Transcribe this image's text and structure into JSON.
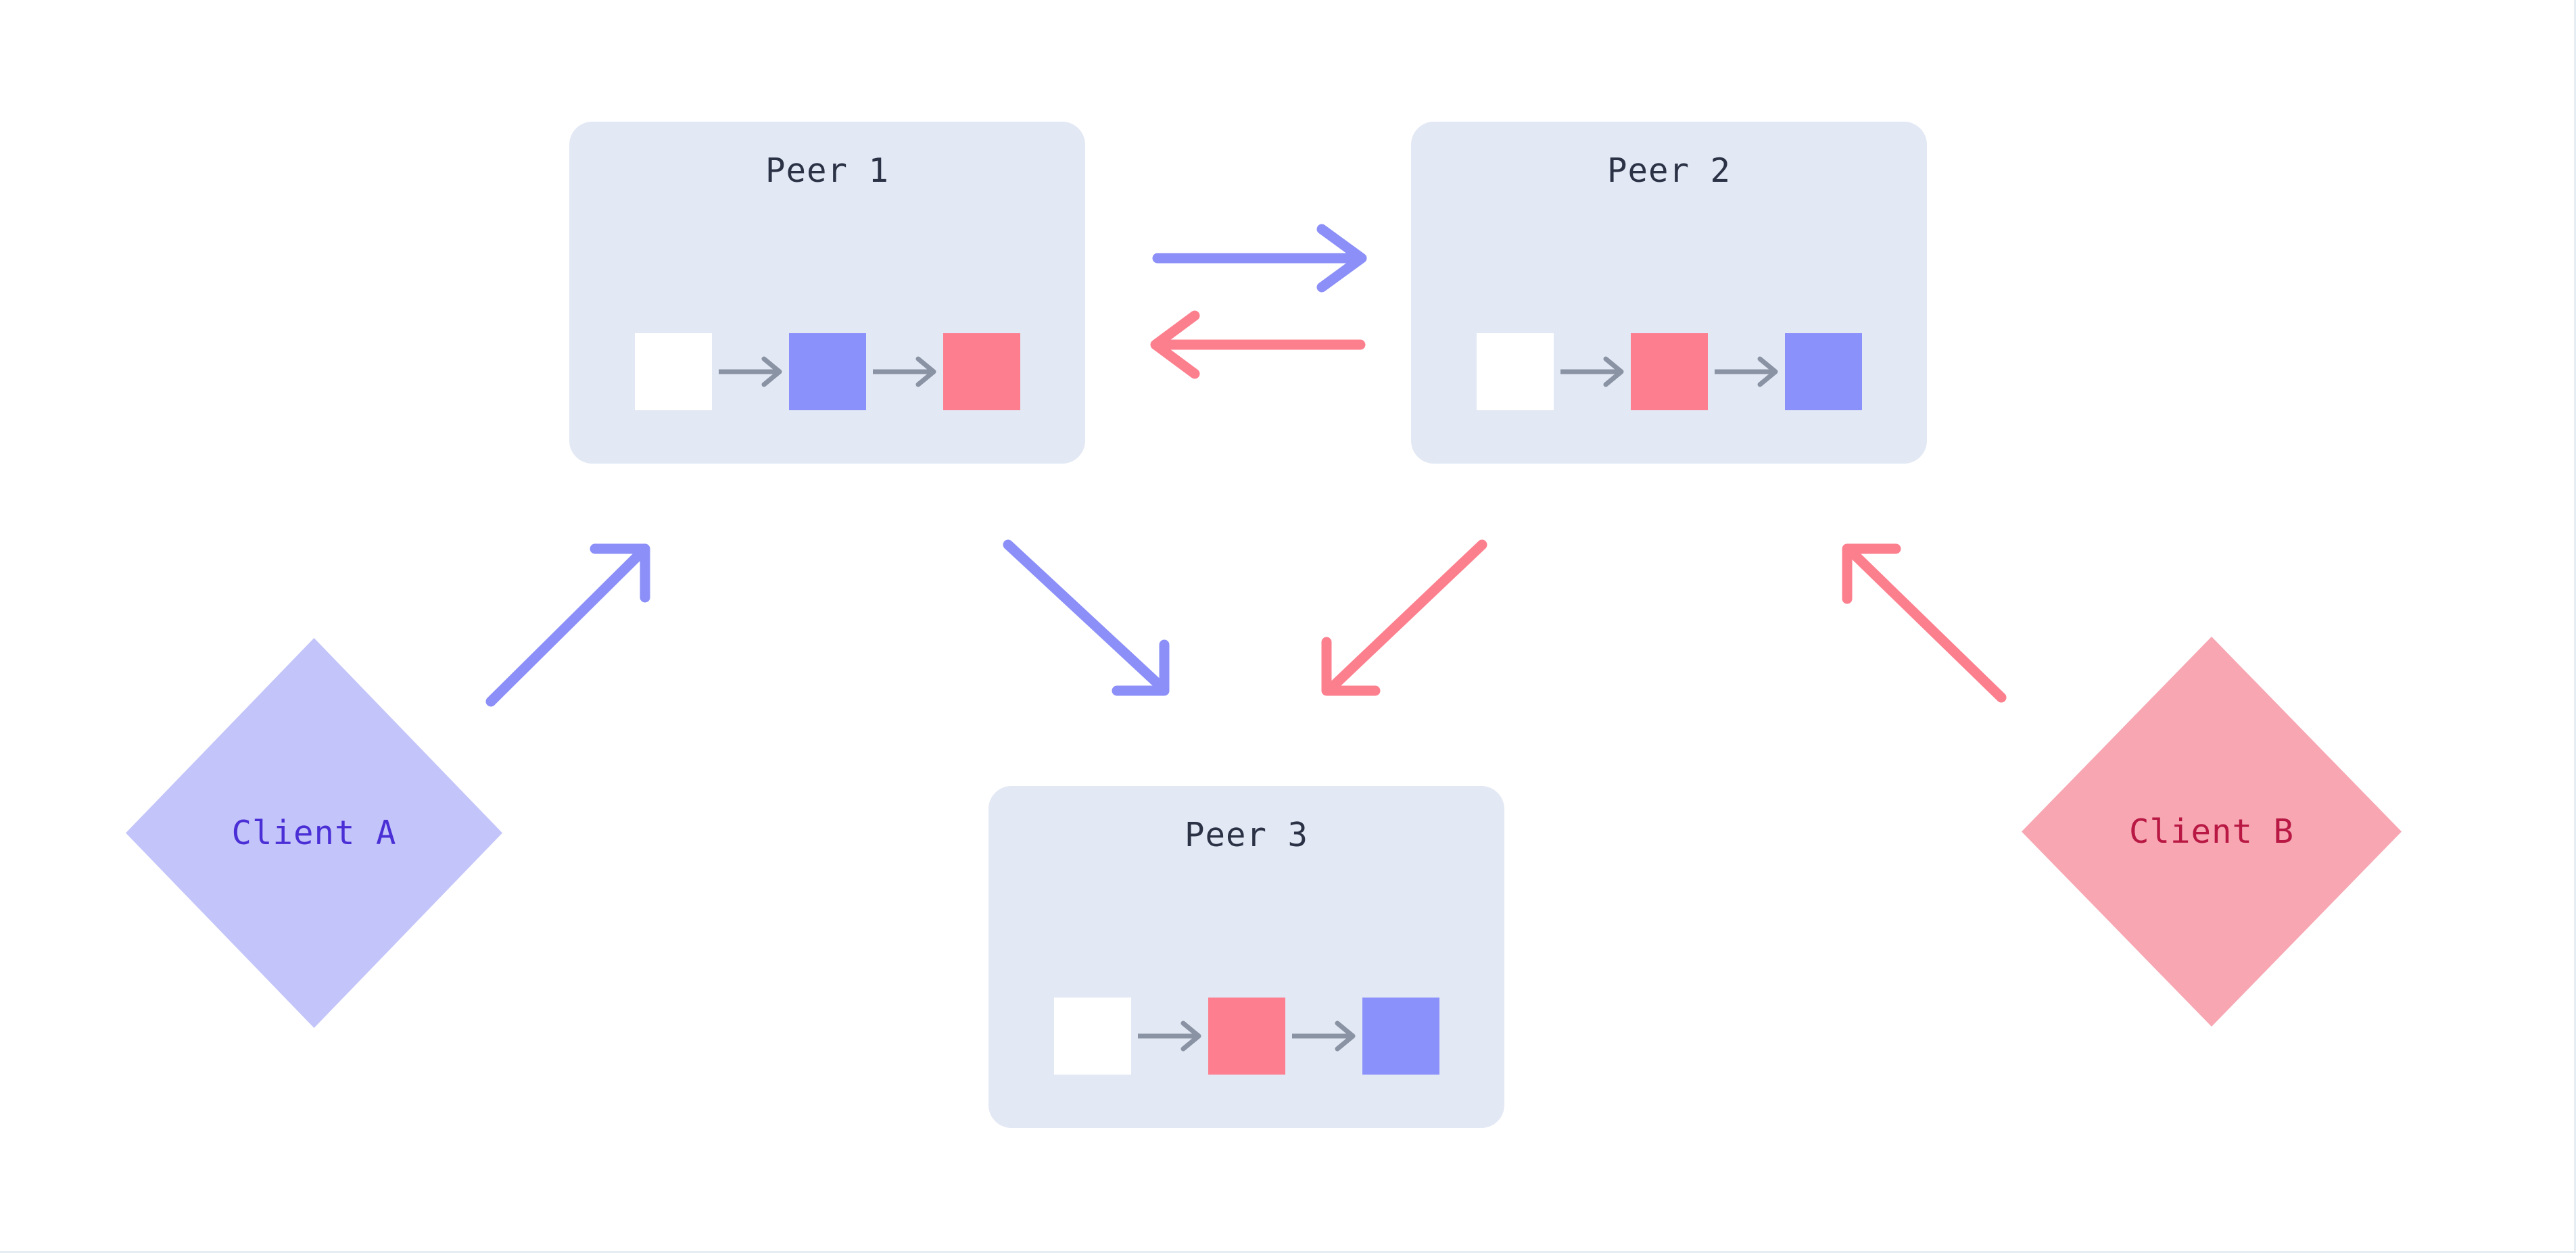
{
  "diagram": {
    "type": "p2p-network-topology",
    "background": "#ffffff",
    "colors": {
      "peer_box_bg": "#e2e8f4",
      "peer_title_text": "#2b3245",
      "block_white": "#ffffff",
      "block_purple": "#8b91fb",
      "block_red": "#fd7f8f",
      "chain_arrow_gray": "#8a93a3",
      "edge_purple": "#8b8ff7",
      "edge_red": "#fc7f8e",
      "client_a_fill": "#c3c4f9",
      "client_a_text": "#4b2fd6",
      "client_b_fill": "#f7a6b2",
      "client_b_text": "#b81843",
      "canvas_border": "#e6edf3"
    },
    "peers": [
      {
        "id": "peer1",
        "title": "Peer 1",
        "blocks": [
          {
            "color_name": "white",
            "fill": "#ffffff"
          },
          {
            "color_name": "purple",
            "fill": "#8b91fb"
          },
          {
            "color_name": "red",
            "fill": "#fd7f8f"
          }
        ]
      },
      {
        "id": "peer2",
        "title": "Peer 2",
        "blocks": [
          {
            "color_name": "white",
            "fill": "#ffffff"
          },
          {
            "color_name": "red",
            "fill": "#fd7f8f"
          },
          {
            "color_name": "purple",
            "fill": "#8b91fb"
          }
        ]
      },
      {
        "id": "peer3",
        "title": "Peer 3",
        "blocks": [
          {
            "color_name": "white",
            "fill": "#ffffff"
          },
          {
            "color_name": "red",
            "fill": "#fd7f8f"
          },
          {
            "color_name": "purple",
            "fill": "#8b91fb"
          }
        ]
      }
    ],
    "clients": [
      {
        "id": "clientA",
        "label": "Client A",
        "fill": "#c3c4f9",
        "text_color": "#4b2fd6"
      },
      {
        "id": "clientB",
        "label": "Client B",
        "fill": "#f7a6b2",
        "text_color": "#b81843"
      }
    ],
    "edges": [
      {
        "id": "clientA-to-peer1",
        "from": "Client A",
        "to": "Peer 1",
        "color": "#8b8ff7",
        "direction": "up-right"
      },
      {
        "id": "peer1-to-peer2",
        "from": "Peer 1",
        "to": "Peer 2",
        "color": "#8b8ff7",
        "direction": "right"
      },
      {
        "id": "peer2-to-peer1",
        "from": "Peer 2",
        "to": "Peer 1",
        "color": "#fc7f8e",
        "direction": "left"
      },
      {
        "id": "peer1-to-peer3",
        "from": "Peer 1",
        "to": "Peer 3",
        "color": "#8b8ff7",
        "direction": "down-right"
      },
      {
        "id": "peer2-to-peer3",
        "from": "Peer 2",
        "to": "Peer 3",
        "color": "#fc7f8e",
        "direction": "down-left"
      },
      {
        "id": "clientB-to-peer2",
        "from": "Client B",
        "to": "Peer 2",
        "color": "#fc7f8e",
        "direction": "up-left"
      }
    ]
  }
}
